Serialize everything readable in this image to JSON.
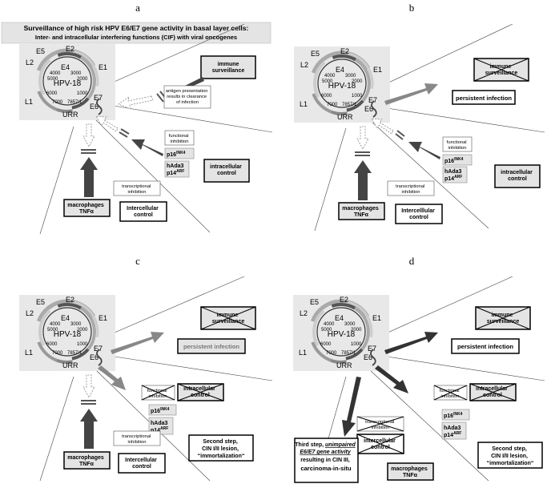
{
  "header": {
    "line1": "Surveillance of high risk HPV E6/E7 gene activity in basal layer cells:",
    "line2": "Inter- and intracellular interfering functions (CIF) with viral oncogenes"
  },
  "genome": {
    "name": "HPV-18",
    "genes": [
      "E5",
      "E2",
      "L2",
      "E4",
      "E1",
      "L1",
      "E7",
      "E6",
      "URR"
    ],
    "numbers": [
      "4000",
      "3000",
      "5000",
      "2000",
      "6000",
      "1000",
      "7000",
      "7857/1"
    ]
  },
  "panels": {
    "a": {
      "letter": "a",
      "immune": "immune surveillance",
      "antigen": [
        "antigen presentation",
        "results in clearance",
        "of infection"
      ],
      "functional": [
        "functional",
        "inhibition"
      ],
      "p16": "p16",
      "p16sup": "INK4",
      "hada3": "hAda3",
      "p14": "p14",
      "p14sup": "ARF",
      "intracellular": [
        "intracellular",
        "control"
      ],
      "transcriptional": [
        "transcriptional",
        "inhibition"
      ],
      "macro": [
        "macrophages",
        "TNFα"
      ],
      "intercellular": [
        "Intercellular",
        "control"
      ]
    },
    "b": {
      "letter": "b",
      "immune": "immune surveillance",
      "persistent": "persistent infection",
      "functional": [
        "functional",
        "inhibition"
      ],
      "p16": "p16",
      "p16sup": "INK4",
      "hada3": "hAda3",
      "p14": "p14",
      "p14sup": "ARF",
      "intracellular": [
        "intracellular",
        "control"
      ],
      "transcriptional": [
        "transcriptional",
        "inhibition"
      ],
      "macro": [
        "macrophages",
        "TNFα"
      ],
      "intercellular": [
        "Intercelllular",
        "control"
      ]
    },
    "c": {
      "letter": "c",
      "immune": "immune surveillance",
      "persistent": "persistent infection",
      "functional": [
        "functional",
        "inhibition"
      ],
      "intracellular": [
        "intracellular",
        "control"
      ],
      "p16": "p16",
      "p16sup": "INK4",
      "hada3": "hAda3",
      "p14": "p14",
      "p14sup": "ARF",
      "transcriptional": [
        "transcriptional",
        "inhibition"
      ],
      "macro": [
        "macrophages",
        "TNFα"
      ],
      "intercellular": [
        "Intercellular",
        "control"
      ],
      "second": [
        "Second step,",
        "CIN I/II lesion,",
        "“immortalization“"
      ]
    },
    "d": {
      "letter": "d",
      "immune": "immune surveillance",
      "persistent": "persistent infection",
      "functional": [
        "functional",
        "inhibition"
      ],
      "intracellular": [
        "intracellular",
        "control"
      ],
      "p16": "p16",
      "p16sup": "INK4",
      "hada3": "hAda3",
      "p14": "p14",
      "p14sup": "ARF",
      "transcriptional": [
        "transcriptional",
        "inhibition"
      ],
      "intercellular": [
        "intercellular",
        "control"
      ],
      "macro": [
        "macrophages",
        "TNFα"
      ],
      "second": [
        "Second step,",
        "CIN I/II lesion,",
        "“immortalization“"
      ],
      "third": [
        "Third step, ",
        "unimpaired",
        "E6/E7 gene activity",
        "resulting in CIN III,",
        "carcinoma-in-situ"
      ]
    }
  }
}
